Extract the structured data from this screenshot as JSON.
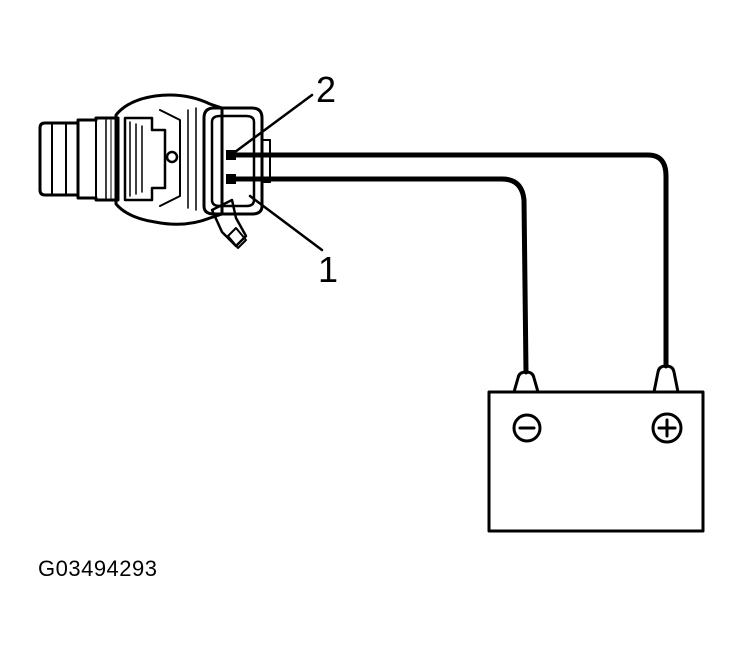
{
  "callouts": {
    "label_1": "1",
    "label_2": "2"
  },
  "battery": {
    "negative_symbol": "minus-sign",
    "positive_symbol": "plus-sign"
  },
  "figure_id": "G03494293",
  "colors": {
    "ink": "#000000",
    "background": "#ffffff"
  }
}
